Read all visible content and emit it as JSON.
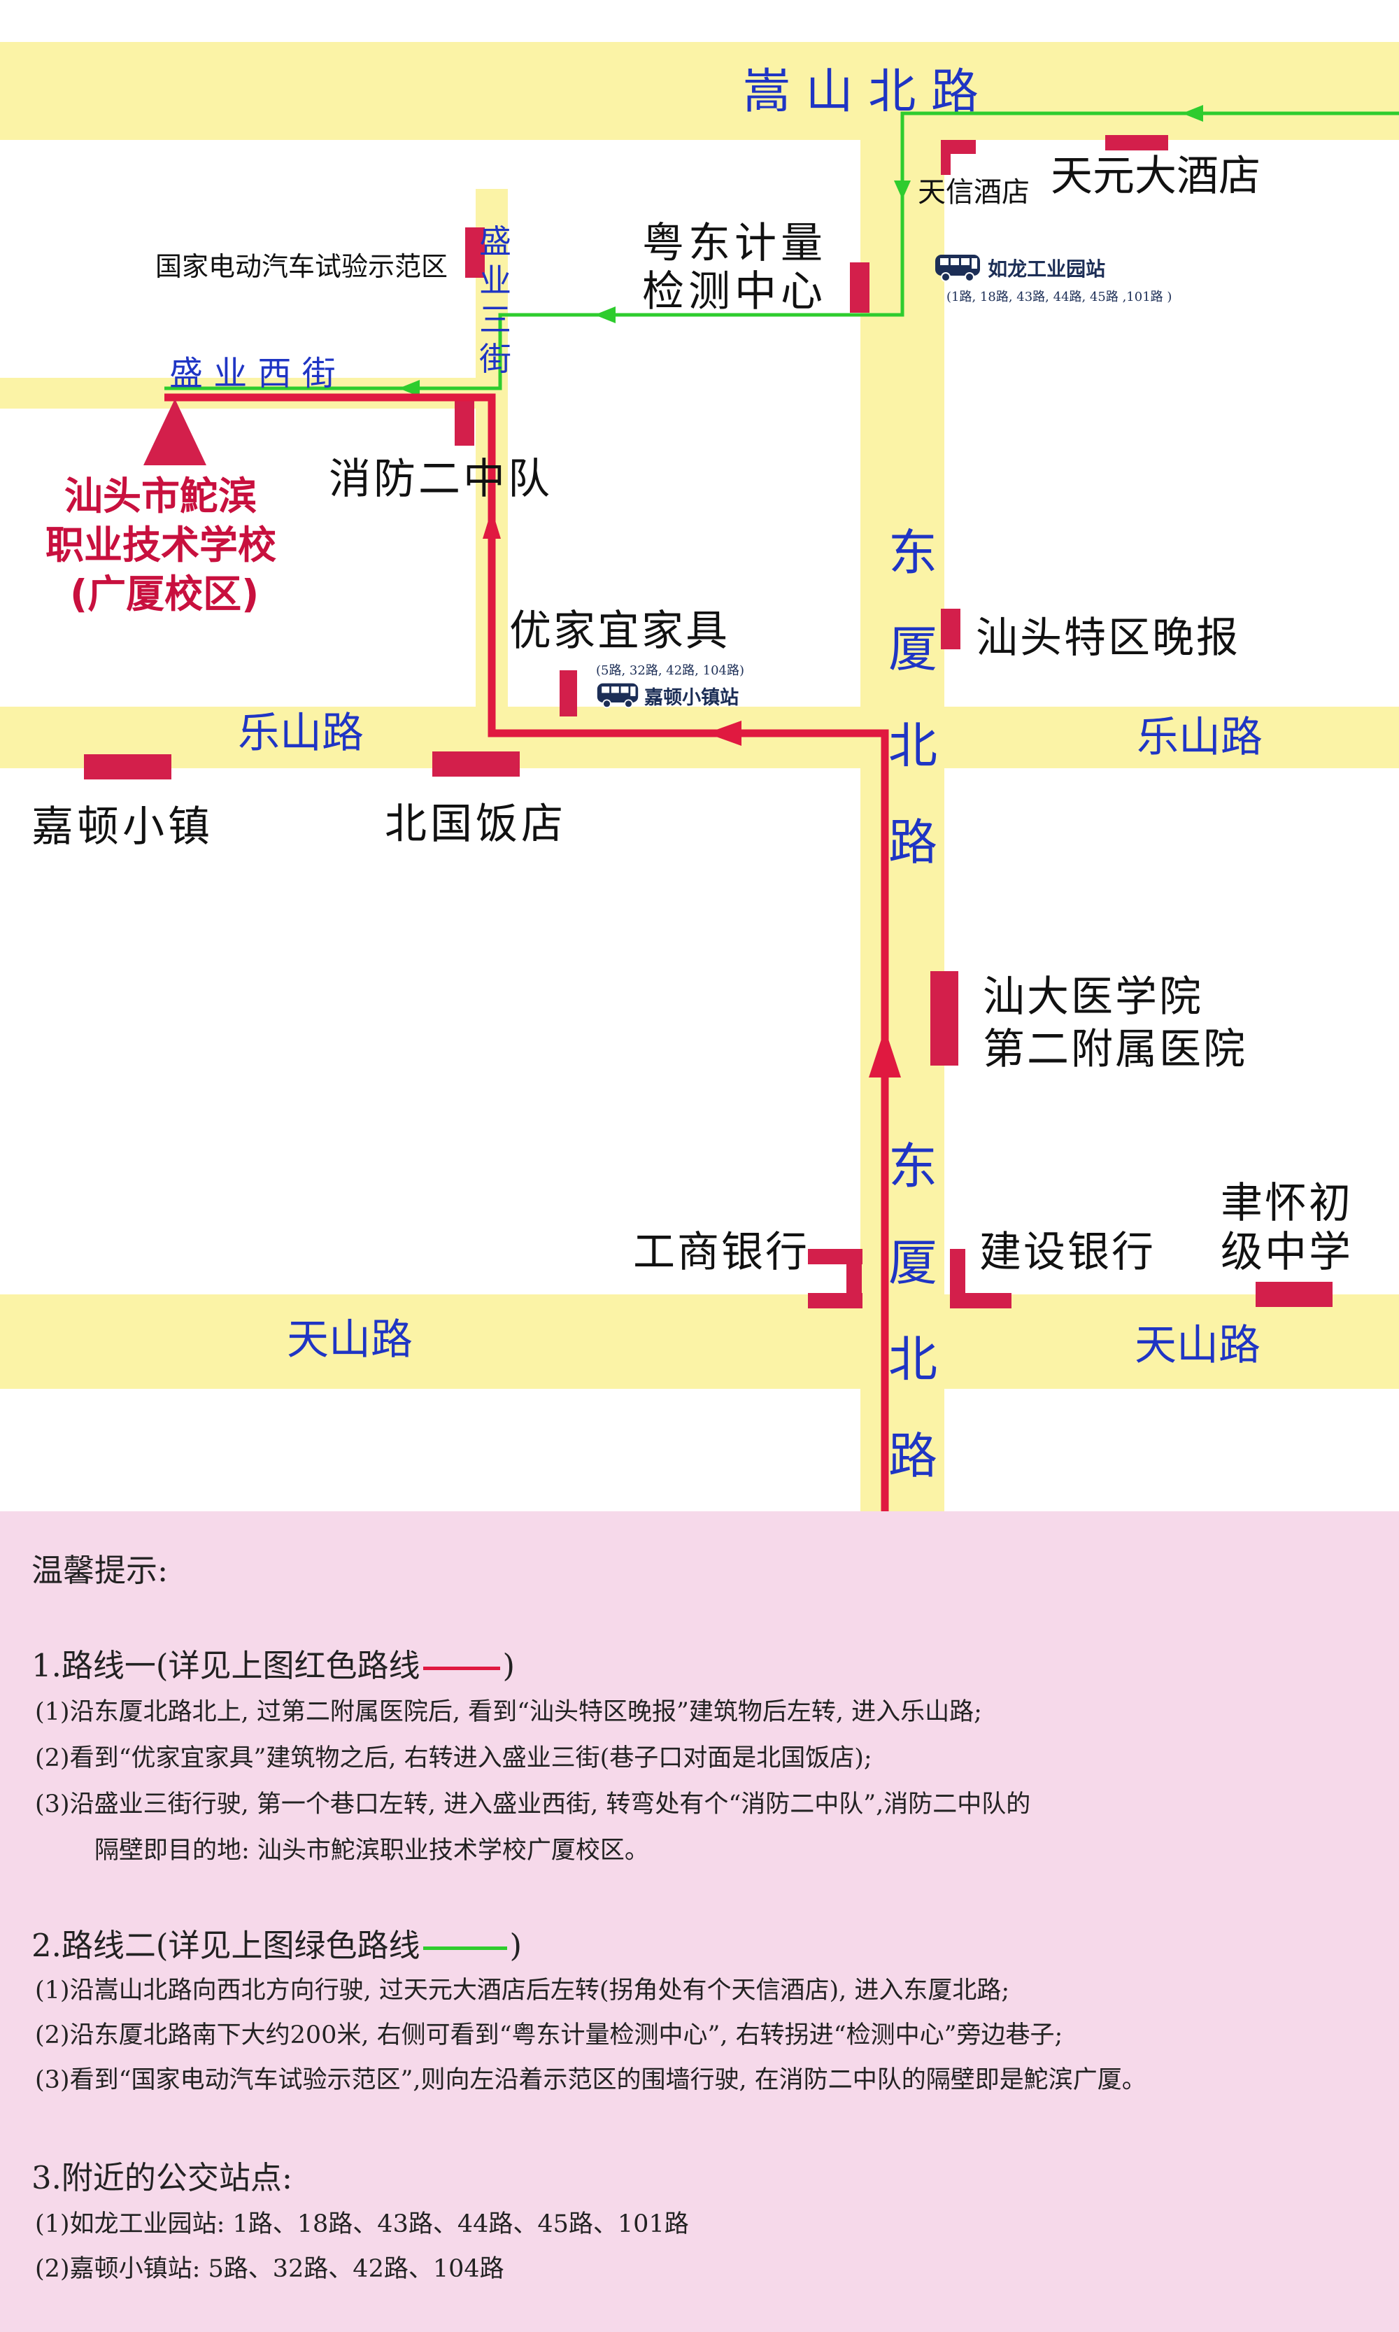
{
  "map": {
    "roads": {
      "songshan_north": "嵩 山 北 路",
      "shengye_west": "盛 业 西 街",
      "shengye_third": [
        "盛",
        "业",
        "三",
        "街"
      ],
      "dongxia_north_upper": [
        "东",
        "厦",
        "北",
        "路"
      ],
      "dongxia_north_lower": [
        "东",
        "厦",
        "北",
        "路"
      ],
      "leshan_left": "乐山路",
      "leshan_right": "乐山路",
      "tianshan_left": "天山路",
      "tianshan_right": "天山路"
    },
    "places": {
      "tianxin_hotel": "天信酒店",
      "tianyuan_hotel": "天元大酒店",
      "ev_zone": "国家电动汽车试验示范区",
      "yuedong_line1": "粤东计量",
      "yuedong_line2": "检测中心",
      "fire_brigade": "消防二中队",
      "school_line1": "汕头市鮀滨",
      "school_line2": "职业技术学校",
      "school_line3": "(广厦校区)",
      "youjia": "优家宜家具",
      "special_zone_news": "汕头特区晚报",
      "jiadun_town": "嘉顿小镇",
      "beiguo_hotel": "北国饭店",
      "hospital_line1": "汕大医学院",
      "hospital_line2": "第二附属医院",
      "icbc": "工商银行",
      "ccb": "建设银行",
      "school2_line1": "聿怀初",
      "school2_line2": "级中学"
    },
    "bus_stops": {
      "rulong": {
        "name": "如龙工业园站",
        "routes": "(1路, 18路, 43路, 44路, 45路 ,101路 )"
      },
      "jiadun": {
        "name": "嘉顿小镇站",
        "routes": "(5路, 32路, 42路, 104路)"
      }
    },
    "colors": {
      "road": "#fbf3a6",
      "building": "#d31f4b",
      "route_red": "#e01940",
      "route_green": "#2ecc2e",
      "road_label": "#1f35c4",
      "school_label": "#c8103e"
    }
  },
  "tips": {
    "title": "温馨提示:",
    "route1": {
      "heading_prefix": "1.路线一(详见上图红色路线",
      "heading_suffix": ")",
      "items": [
        "(1)沿东厦北路北上, 过第二附属医院后, 看到“汕头特区晚报”建筑物后左转, 进入乐山路;",
        "(2)看到“优家宜家具”建筑物之后, 右转进入盛业三街(巷子口对面是北国饭店);",
        "(3)沿盛业三街行驶, 第一个巷口左转, 进入盛业西街, 转弯处有个“消防二中队”,消防二中队的",
        "隔壁即目的地: 汕头市鮀滨职业技术学校广厦校区。"
      ]
    },
    "route2": {
      "heading_prefix": "2.路线二(详见上图绿色路线",
      "heading_suffix": ")",
      "items": [
        "(1)沿嵩山北路向西北方向行驶, 过天元大酒店后左转(拐角处有个天信酒店), 进入东厦北路;",
        "(2)沿东厦北路南下大约200米, 右侧可看到“粤东计量检测中心”, 右转拐进“检测中心”旁边巷子;",
        "(3)看到“国家电动汽车试验示范区”,则向左沿着示范区的围墙行驶, 在消防二中队的隔壁即是鮀滨广厦。"
      ]
    },
    "route3": {
      "heading": "3.附近的公交站点:",
      "items": [
        "(1)如龙工业园站: 1路、18路、43路、44路、45路、101路",
        "(2)嘉顿小镇站: 5路、32路、42路、104路"
      ]
    }
  }
}
